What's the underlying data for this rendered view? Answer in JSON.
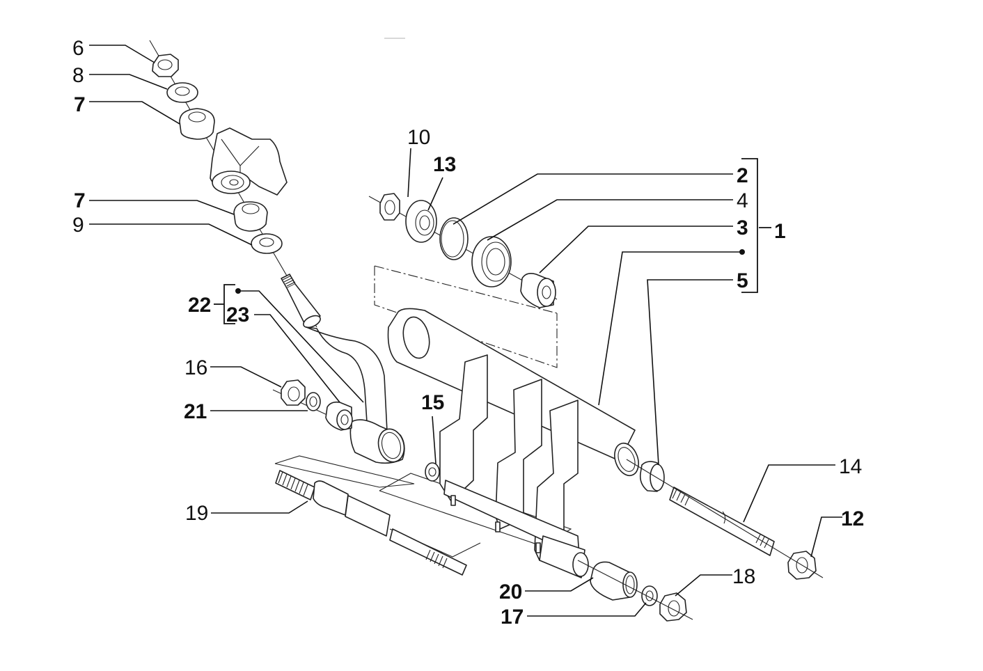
{
  "diagram": {
    "type": "exploded-parts-diagram",
    "title": "",
    "callouts": [
      {
        "id": "6",
        "label": "6"
      },
      {
        "id": "8",
        "label": "8"
      },
      {
        "id": "7a",
        "label": "7"
      },
      {
        "id": "7b",
        "label": "7"
      },
      {
        "id": "9",
        "label": "9"
      },
      {
        "id": "22",
        "label": "22"
      },
      {
        "id": "23",
        "label": "23"
      },
      {
        "id": "16",
        "label": "16"
      },
      {
        "id": "21",
        "label": "21"
      },
      {
        "id": "19",
        "label": "19"
      },
      {
        "id": "10",
        "label": "10"
      },
      {
        "id": "13",
        "label": "13"
      },
      {
        "id": "2",
        "label": "2"
      },
      {
        "id": "4",
        "label": "4"
      },
      {
        "id": "3",
        "label": "3"
      },
      {
        "id": "1",
        "label": "1"
      },
      {
        "id": "5",
        "label": "5"
      },
      {
        "id": "15",
        "label": "15"
      },
      {
        "id": "14",
        "label": "14"
      },
      {
        "id": "12",
        "label": "12"
      },
      {
        "id": "18",
        "label": "18"
      },
      {
        "id": "20",
        "label": "20"
      },
      {
        "id": "17",
        "label": "17"
      }
    ],
    "groups": [
      {
        "parent": "1",
        "members": [
          "2",
          "4",
          "3",
          "•",
          "5"
        ]
      },
      {
        "parent": "22",
        "members": [
          "•",
          "23"
        ]
      }
    ]
  }
}
